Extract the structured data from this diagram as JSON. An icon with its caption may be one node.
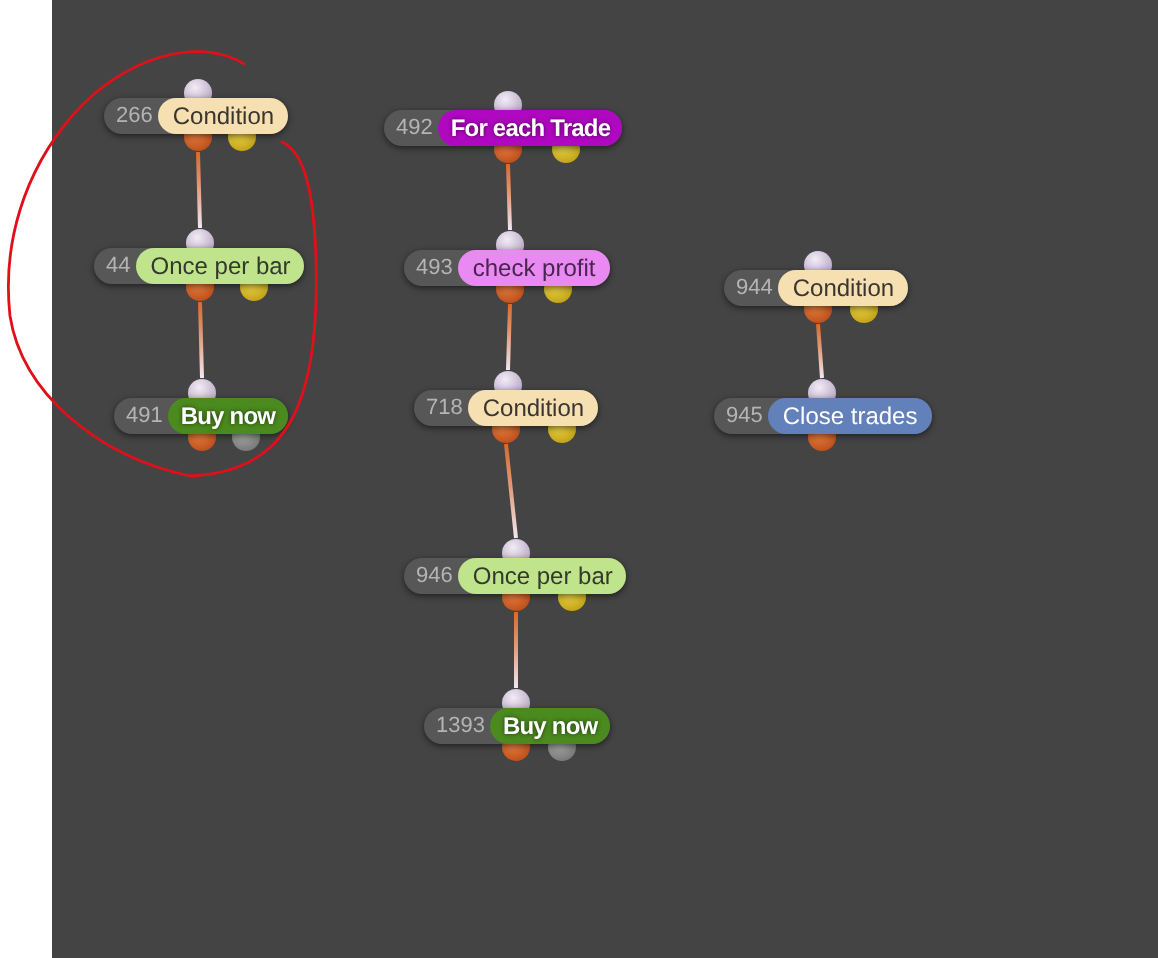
{
  "diagram": {
    "nodes": [
      {
        "text": [
          "266",
          "Condition"
        ]
      },
      {
        "text": [
          "44",
          "Once per bar"
        ]
      },
      {
        "text": [
          "491",
          "Buy now"
        ]
      },
      {
        "text": [
          "492",
          "For each Trade"
        ]
      },
      {
        "text": [
          "493",
          "check profit"
        ]
      },
      {
        "text": [
          "718",
          "Condition"
        ]
      },
      {
        "text": [
          "946",
          "Once per bar"
        ]
      },
      {
        "text": [
          "1393",
          "Buy now"
        ]
      },
      {
        "text": [
          "944",
          "Condition"
        ]
      },
      {
        "text": [
          "945",
          "Close trades"
        ]
      }
    ],
    "edges": [
      {
        "from": 0,
        "to": 1,
        "arrow": "none"
      },
      {
        "from": 1,
        "to": 2,
        "arrow": "none"
      },
      {
        "from": 3,
        "to": 4,
        "arrow": "none"
      },
      {
        "from": 4,
        "to": 5,
        "arrow": "none"
      },
      {
        "from": 5,
        "to": 6,
        "arrow": "none"
      },
      {
        "from": 6,
        "to": 7,
        "arrow": "none"
      },
      {
        "from": 8,
        "to": 9,
        "arrow": "none"
      }
    ]
  }
}
